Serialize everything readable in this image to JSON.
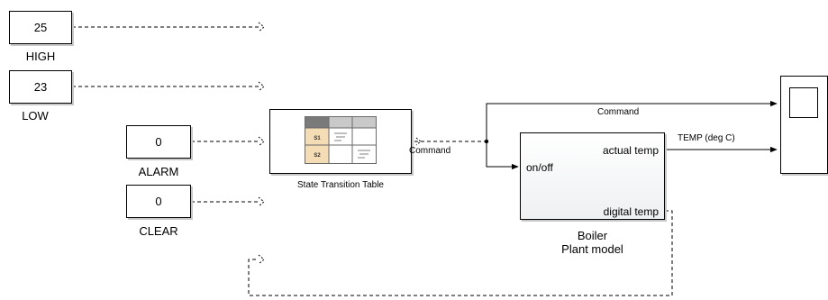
{
  "constants": [
    {
      "id": "high",
      "value": "25",
      "label": "HIGH"
    },
    {
      "id": "low",
      "value": "23",
      "label": "LOW"
    },
    {
      "id": "alarm",
      "value": "0",
      "label": "ALARM"
    },
    {
      "id": "clear",
      "value": "0",
      "label": "CLEAR"
    }
  ],
  "state_table": {
    "label": "State Transition Table",
    "rows": [
      "S1",
      "S2"
    ]
  },
  "boiler": {
    "title": "Boiler",
    "subtitle": "Plant model",
    "input_port": "on/off",
    "output_actual": "actual temp",
    "output_digital": "digital temp"
  },
  "signals": {
    "command_top": "Command",
    "command_out": "Command",
    "temp": "TEMP (deg C)"
  },
  "colors": {
    "wire": "#000000",
    "icon_header_dark": "#7a7a7a",
    "icon_header_light": "#c9c9c9",
    "icon_state_cell": "#f4dcb4"
  }
}
